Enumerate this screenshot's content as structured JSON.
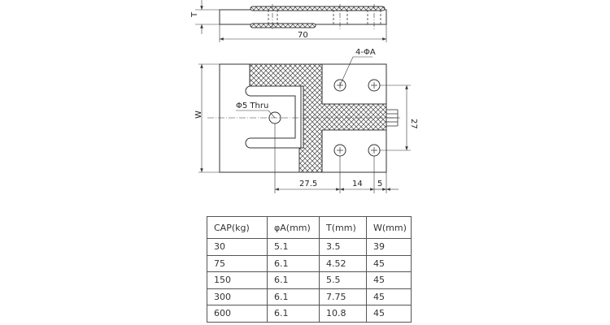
{
  "drawing": {
    "dim_length": "70",
    "dim_thickness": "T",
    "dim_width": "W",
    "dim_hole_spacing": "27",
    "dim_bottom": [
      "27.5",
      "14",
      "5"
    ],
    "label_mount_holes": "4-ΦA",
    "label_center_hole": "Φ5 Thru"
  },
  "table": {
    "headers": [
      "CAP(kg)",
      "φA(mm)",
      "T(mm)",
      "W(mm)"
    ],
    "rows": [
      [
        "30",
        "5.1",
        "3.5",
        "39"
      ],
      [
        "75",
        "6.1",
        "4.52",
        "45"
      ],
      [
        "150",
        "6.1",
        "5.5",
        "45"
      ],
      [
        "300",
        "6.1",
        "7.75",
        "45"
      ],
      [
        "600",
        "6.1",
        "10.8",
        "45"
      ]
    ]
  }
}
